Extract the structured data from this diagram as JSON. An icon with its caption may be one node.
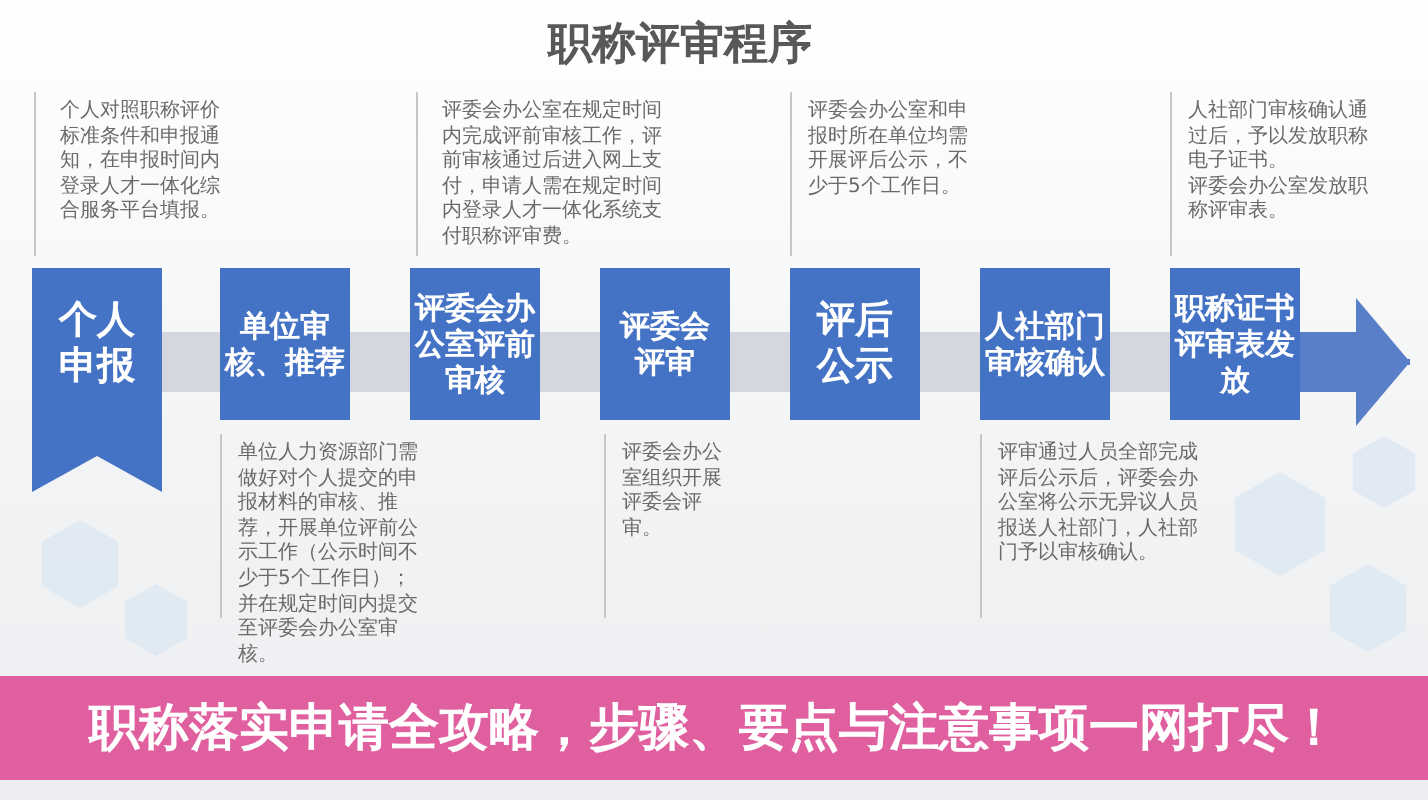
{
  "diagram": {
    "title": "职称评审程序",
    "caption": "职称落实申请全攻略，步骤、要点与注意事项一网打尽！",
    "nodes": [
      {
        "text": [
          "个人申报"
        ],
        "beside": [
          "个人对照职称评价标准条件和申报通知，在申报时间内登录人才一体化综合服务平台填报。"
        ]
      },
      {
        "text": [
          "单位审核、推荐"
        ],
        "beside": [
          "单位人力资源部门需做好对个人提交的申报材料的审核、推荐，开展单位评前公示工作（公示时间不少于5个工作日）；并在规定时间内提交至评委会办公室审核。"
        ]
      },
      {
        "text": [
          "评委会办公室评前审核"
        ],
        "beside": [
          "评委会办公室在规定时间内完成评前审核工作，评前审核通过后进入网上支付，申请人需在规定时间内登录人才一体化系统支付职称评审费。"
        ]
      },
      {
        "text": [
          "评委会评审"
        ],
        "beside": [
          "评委会办公室组织开展评委会评审。"
        ]
      },
      {
        "text": [
          "评后公示"
        ],
        "beside": [
          "评委会办公室和申报时所在单位均需开展评后公示，不少于5个工作日。"
        ]
      },
      {
        "text": [
          "人社部门审核确认"
        ],
        "beside": [
          "评审通过人员全部完成评后公示后，评委会办公室将公示无异议人员报送人社部门，人社部门予以审核确认。"
        ]
      },
      {
        "text": [
          "职称证书评审表发放"
        ],
        "beside": [
          "人社部门审核确认通过后，予以发放职称电子证书。",
          "评委会办公室发放职称评审表。"
        ]
      }
    ],
    "edges": [
      {
        "from": 0,
        "to": 1,
        "arrow": "none"
      },
      {
        "from": 1,
        "to": 2,
        "arrow": "none"
      },
      {
        "from": 2,
        "to": 3,
        "arrow": "none"
      },
      {
        "from": 3,
        "to": 4,
        "arrow": "none"
      },
      {
        "from": 4,
        "to": 5,
        "arrow": "none"
      },
      {
        "from": 5,
        "to": 6,
        "arrow": "none"
      },
      {
        "from": 6,
        "to": null,
        "arrow": "to",
        "color": "#5a7fc9"
      }
    ]
  }
}
